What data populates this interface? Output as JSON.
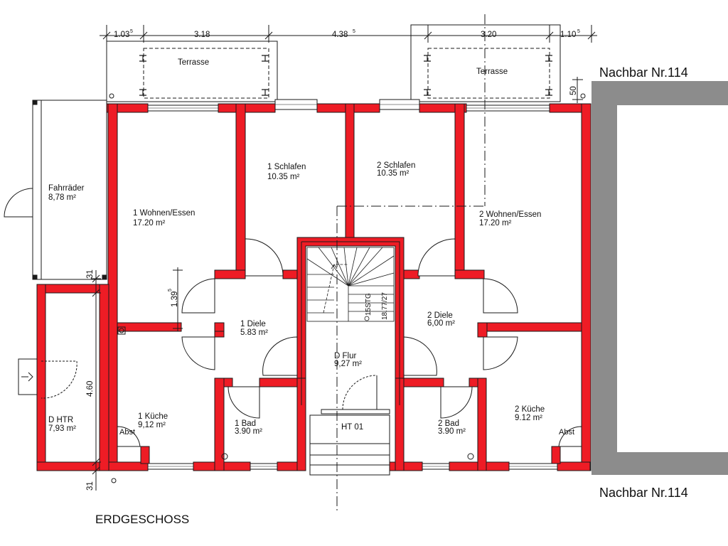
{
  "title": "ERDGESCHOSS",
  "neighbors": {
    "top": "Nachbar Nr.114",
    "bottom": "Nachbar Nr.114"
  },
  "dimensions": {
    "d1": "1.03",
    "d1_sup": "5",
    "d2": "3.18",
    "d3": "4.38",
    "d3_sup": "5",
    "d4": "3.20",
    "d5": "1.10",
    "d5_sup": "5",
    "d6": "50",
    "d7": "31",
    "d8": "1.39",
    "d8_sup": "5",
    "d9": "4.60",
    "d10": "31"
  },
  "terraces": {
    "left": "Terrasse",
    "right": "Terrasse"
  },
  "rooms": [
    {
      "name": "Fahrräder",
      "area": "8,78 m²"
    },
    {
      "name": "1 Wohnen/Essen",
      "area": "17.20 m²"
    },
    {
      "name": "1 Schlafen",
      "area": "10.35 m²"
    },
    {
      "name": "2 Schlafen",
      "area": "10.35 m²"
    },
    {
      "name": "2 Wohnen/Essen",
      "area": "17.20 m²"
    },
    {
      "name": "1 Diele",
      "area": "5.83 m²"
    },
    {
      "name": "2 Diele",
      "area": "6,00 m²"
    },
    {
      "name": "D Flur",
      "area": "9,27 m²"
    },
    {
      "name": "D HTR",
      "area": "7,93 m²"
    },
    {
      "name": "1 Küche",
      "area": "9,12 m²"
    },
    {
      "name": "1 Bad",
      "area": "3.90 m²"
    },
    {
      "name": "2 Bad",
      "area": "3.90 m²"
    },
    {
      "name": "2 Küche",
      "area": "9.12 m²"
    }
  ],
  "labels": {
    "abst_left": "Abst",
    "abst_right": "Abst",
    "ht": "HT 01",
    "stair1": "15STG",
    "stair2": "18.77/27"
  },
  "colors": {
    "wall": "#ee1c25",
    "neighbor": "#8c8c8c",
    "line": "#1a1a1a"
  }
}
